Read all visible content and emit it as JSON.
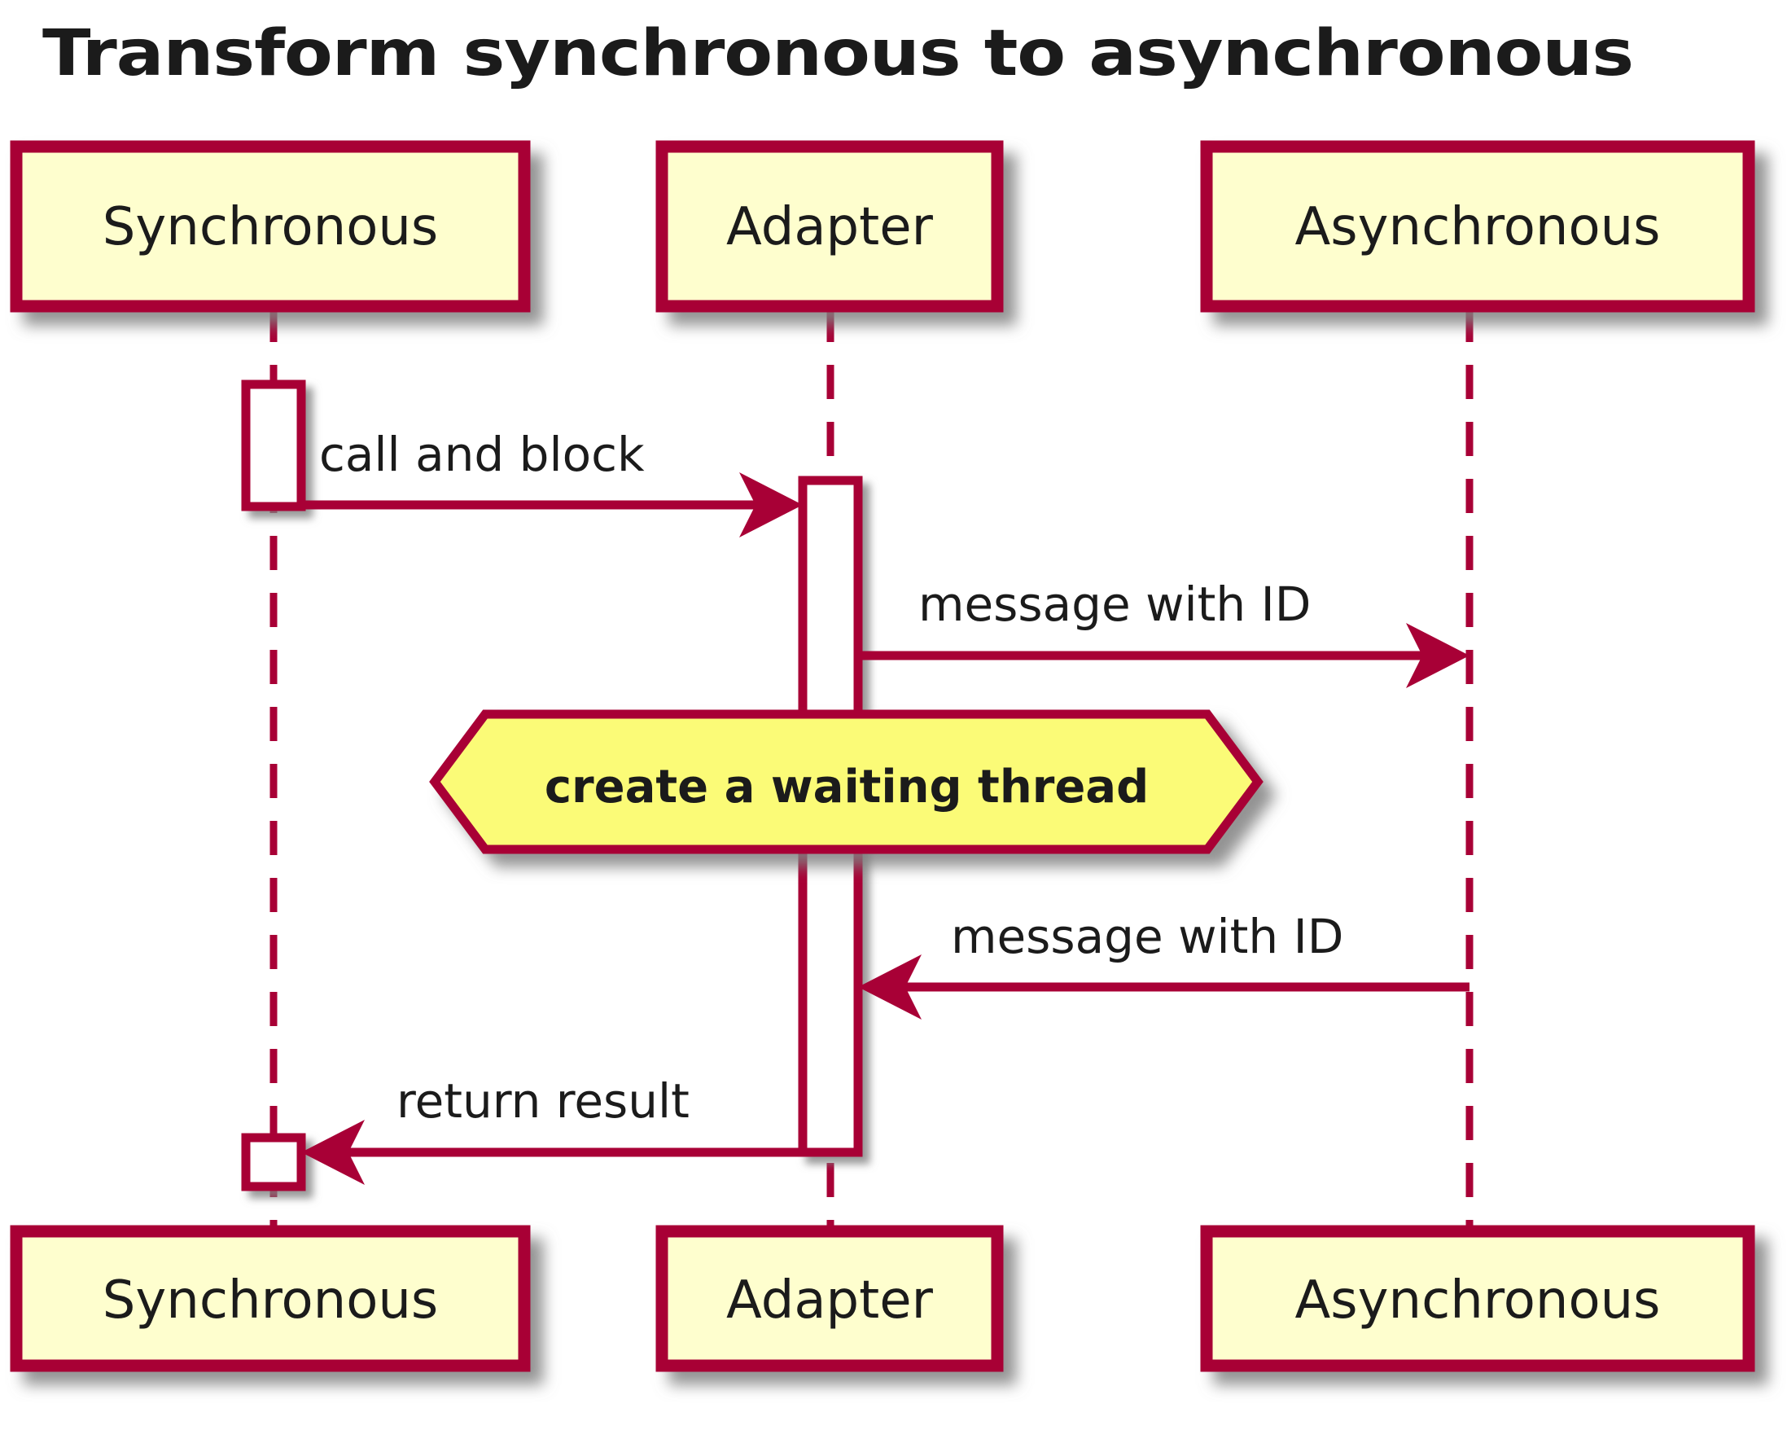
{
  "diagram": {
    "type": "uml-sequence-diagram",
    "title": "Transform synchronous to asynchronous",
    "colors": {
      "participant_border": "#A80036",
      "participant_fill": "#FEFECE",
      "lifeline_color": "#A80036",
      "arrow_color": "#A80036",
      "note_fill": "#FBFB77",
      "note_border": "#A80036",
      "activation_fill": "#FFFFFF",
      "activation_border": "#A80036",
      "text_color": "#1B1B1B",
      "shadow_color": "#808080",
      "background": "#FFFFFF"
    },
    "participants": [
      {
        "id": "synchronous",
        "label": "Synchronous"
      },
      {
        "id": "adapter",
        "label": "Adapter"
      },
      {
        "id": "asynchronous",
        "label": "Asynchronous"
      }
    ],
    "messages": [
      {
        "id": "msg-call-and-block",
        "label": "call and block",
        "from": "synchronous",
        "to": "adapter",
        "direction": "right",
        "style": "solid",
        "arrowhead": "filled"
      },
      {
        "id": "msg-with-id-out",
        "label": "message with ID",
        "from": "adapter",
        "to": "asynchronous",
        "direction": "right",
        "style": "solid",
        "arrowhead": "filled"
      },
      {
        "id": "msg-with-id-in",
        "label": "message with ID",
        "from": "asynchronous",
        "to": "adapter",
        "direction": "left",
        "style": "solid",
        "arrowhead": "filled"
      },
      {
        "id": "msg-return-result",
        "label": "return result",
        "from": "adapter",
        "to": "synchronous",
        "direction": "left",
        "style": "solid",
        "arrowhead": "filled"
      }
    ],
    "notes": [
      {
        "id": "note-create-waiting-thread",
        "label": "create a waiting thread",
        "shape": "hexagon",
        "on": "adapter"
      }
    ]
  }
}
